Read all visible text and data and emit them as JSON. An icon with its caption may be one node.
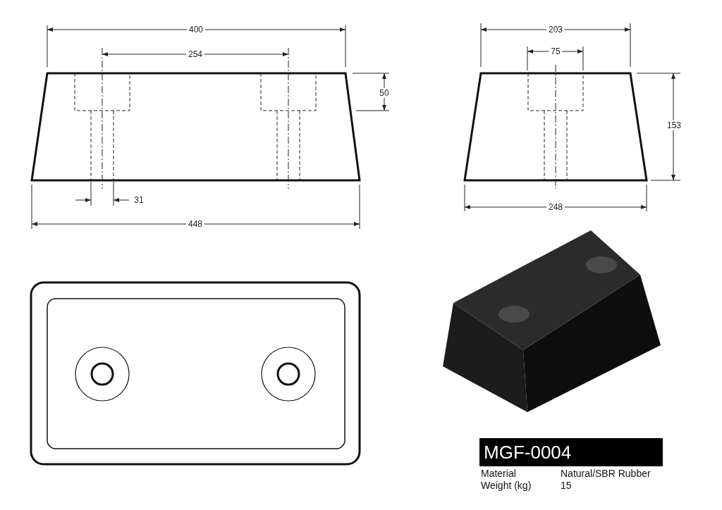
{
  "diagram": {
    "nodes": [
      {
        "text": [
          "MGF-0004"
        ]
      }
    ],
    "labels": [
      "400",
      "254",
      "50",
      "31",
      "448",
      "203",
      "75",
      "153",
      "248",
      "Material",
      "Natural/SBR Rubber",
      "Weight (kg)",
      "15"
    ]
  }
}
